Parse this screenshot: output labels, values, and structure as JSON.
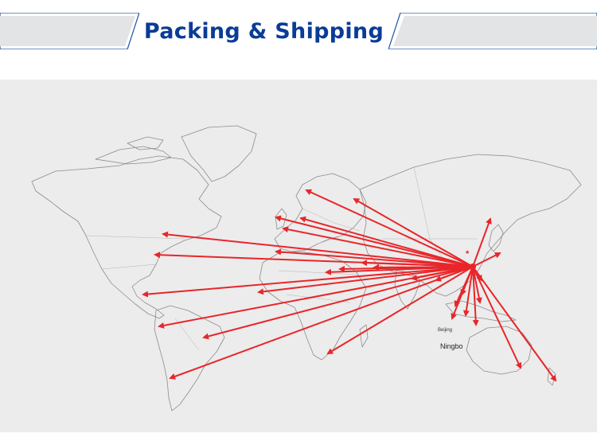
{
  "header": {
    "title": "Packing & Shipping"
  },
  "map": {
    "origin_label": "Ningbo",
    "capital_label": "Beijing",
    "route_color": "#e8262a",
    "land_stroke": "#8c8c8c",
    "background": "#ececec"
  }
}
